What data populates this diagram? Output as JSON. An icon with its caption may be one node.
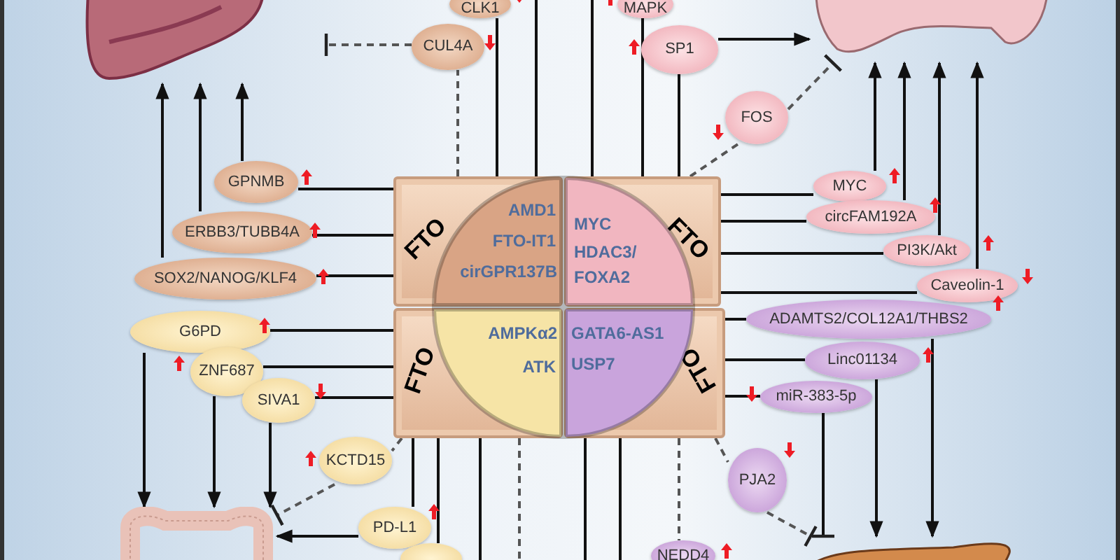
{
  "diagram": {
    "nodes": [
      {
        "text": [],
        "shape": "picture"
      },
      {
        "text": [],
        "shape": "picture"
      },
      {
        "text": [
          "CLK1"
        ]
      },
      {
        "text": [
          "MAPK"
        ]
      },
      {
        "text": [
          "CUL4A"
        ]
      },
      {
        "text": [
          "SP1"
        ]
      },
      {
        "text": [
          "FOS"
        ]
      },
      {
        "text": [
          "GPNMB"
        ]
      },
      {
        "text": [
          "ERBB3/TUBB4A"
        ]
      },
      {
        "text": [
          "SOX2/NANOG/KLF4"
        ]
      },
      {
        "text": [
          "FTO"
        ]
      },
      {
        "text": [
          "AMD1",
          "FTO-IT1",
          "cirGPR137B"
        ],
        "in": 10
      },
      {
        "text": [
          "FTO"
        ]
      },
      {
        "text": [
          "MYC",
          "HDAC3/ FOXA2"
        ],
        "in": 12
      },
      {
        "text": [
          "MYC"
        ]
      },
      {
        "text": [
          "circFAM192A"
        ]
      },
      {
        "text": [
          "PI3K/Akt"
        ]
      },
      {
        "text": [
          "Caveolin-1"
        ]
      },
      {
        "text": [
          "G6PD"
        ]
      },
      {
        "text": [
          "FTO"
        ]
      },
      {
        "text": [
          "AMPKα2",
          "ATK"
        ],
        "in": 19
      },
      {
        "text": [
          "FTO"
        ]
      },
      {
        "text": [
          "GATA6-AS1",
          "USP7"
        ],
        "in": 21
      },
      {
        "text": [
          "ADAMTS2/COL12A1/THBS2"
        ]
      },
      {
        "text": [
          "Linc01134"
        ]
      },
      {
        "text": [
          "ZNF687"
        ]
      },
      {
        "text": [
          "SIVA1"
        ]
      },
      {
        "text": [
          "miR-383-5p"
        ]
      },
      {
        "text": [
          "KCTD15"
        ]
      },
      {
        "text": [
          "PJA2"
        ]
      },
      {
        "text": [
          "PD-L1"
        ]
      },
      {
        "text": [],
        "shape": "picture"
      },
      {
        "text": [],
        "shape": "circle"
      },
      {
        "text": [
          "NEDD4"
        ]
      },
      {
        "text": [],
        "shape": "picture"
      }
    ],
    "edges": [
      {
        "from": 7,
        "to": 0,
        "arrow": "to"
      },
      {
        "from": 8,
        "to": 0,
        "arrow": "to"
      },
      {
        "from": 9,
        "to": 0,
        "arrow": "to"
      },
      {
        "from": 10,
        "to": 7,
        "arrow": "none"
      },
      {
        "from": 10,
        "to": 8,
        "arrow": "none"
      },
      {
        "from": 10,
        "to": 9,
        "arrow": "none"
      },
      {
        "from": 10,
        "to": 2,
        "arrow": "none"
      },
      {
        "from": 10,
        "to": 4,
        "arrow": "none",
        "style": "dashed"
      },
      {
        "from": 4,
        "to": null,
        "arrow": "other",
        "style": "dashed"
      },
      {
        "from": 10,
        "to": null,
        "arrow": "none"
      },
      {
        "from": 12,
        "to": null,
        "arrow": "none"
      },
      {
        "from": 12,
        "to": 3,
        "arrow": "none"
      },
      {
        "from": 12,
        "to": 5,
        "arrow": "none"
      },
      {
        "from": 5,
        "to": 1,
        "arrow": "to"
      },
      {
        "from": 12,
        "to": 6,
        "arrow": "none",
        "style": "dashed"
      },
      {
        "from": 6,
        "to": 1,
        "arrow": "other",
        "style": "dashed"
      },
      {
        "from": 12,
        "to": 14,
        "arrow": "none"
      },
      {
        "from": 12,
        "to": 15,
        "arrow": "none"
      },
      {
        "from": 12,
        "to": 16,
        "arrow": "none"
      },
      {
        "from": 12,
        "to": 17,
        "arrow": "none"
      },
      {
        "from": 14,
        "to": 1,
        "arrow": "to"
      },
      {
        "from": 15,
        "to": 1,
        "arrow": "to"
      },
      {
        "from": 16,
        "to": 1,
        "arrow": "to"
      },
      {
        "from": 17,
        "to": 1,
        "arrow": "to"
      },
      {
        "from": 19,
        "to": 18,
        "arrow": "none"
      },
      {
        "from": 19,
        "to": 25,
        "arrow": "none"
      },
      {
        "from": 19,
        "to": 26,
        "arrow": "none"
      },
      {
        "from": 18,
        "to": 31,
        "arrow": "to"
      },
      {
        "from": 25,
        "to": 31,
        "arrow": "to"
      },
      {
        "from": 26,
        "to": 31,
        "arrow": "to"
      },
      {
        "from": 19,
        "to": 28,
        "arrow": "none",
        "style": "dashed"
      },
      {
        "from": 28,
        "to": 31,
        "arrow": "other",
        "style": "dashed"
      },
      {
        "from": 19,
        "to": 30,
        "arrow": "none"
      },
      {
        "from": 30,
        "to": 31,
        "arrow": "to"
      },
      {
        "from": 19,
        "to": 32,
        "arrow": "none"
      },
      {
        "from": 19,
        "to": null,
        "arrow": "none"
      },
      {
        "from": 19,
        "to": null,
        "arrow": "none",
        "style": "dashed"
      },
      {
        "from": 21,
        "to": null,
        "arrow": "none"
      },
      {
        "from": 21,
        "to": null,
        "arrow": "none"
      },
      {
        "from": 21,
        "to": 33,
        "arrow": "none",
        "style": "dashed"
      },
      {
        "from": 21,
        "to": 29,
        "arrow": "none",
        "style": "dashed"
      },
      {
        "from": 29,
        "to": 34,
        "arrow": "other",
        "style": "dashed"
      },
      {
        "from": 21,
        "to": 23,
        "arrow": "none"
      },
      {
        "from": 21,
        "to": 24,
        "arrow": "none"
      },
      {
        "from": 21,
        "to": 27,
        "arrow": "none"
      },
      {
        "from": 23,
        "to": 34,
        "arrow": "to"
      },
      {
        "from": 24,
        "to": 34,
        "arrow": "to"
      },
      {
        "from": 27,
        "to": 34,
        "arrow": "other"
      }
    ]
  }
}
